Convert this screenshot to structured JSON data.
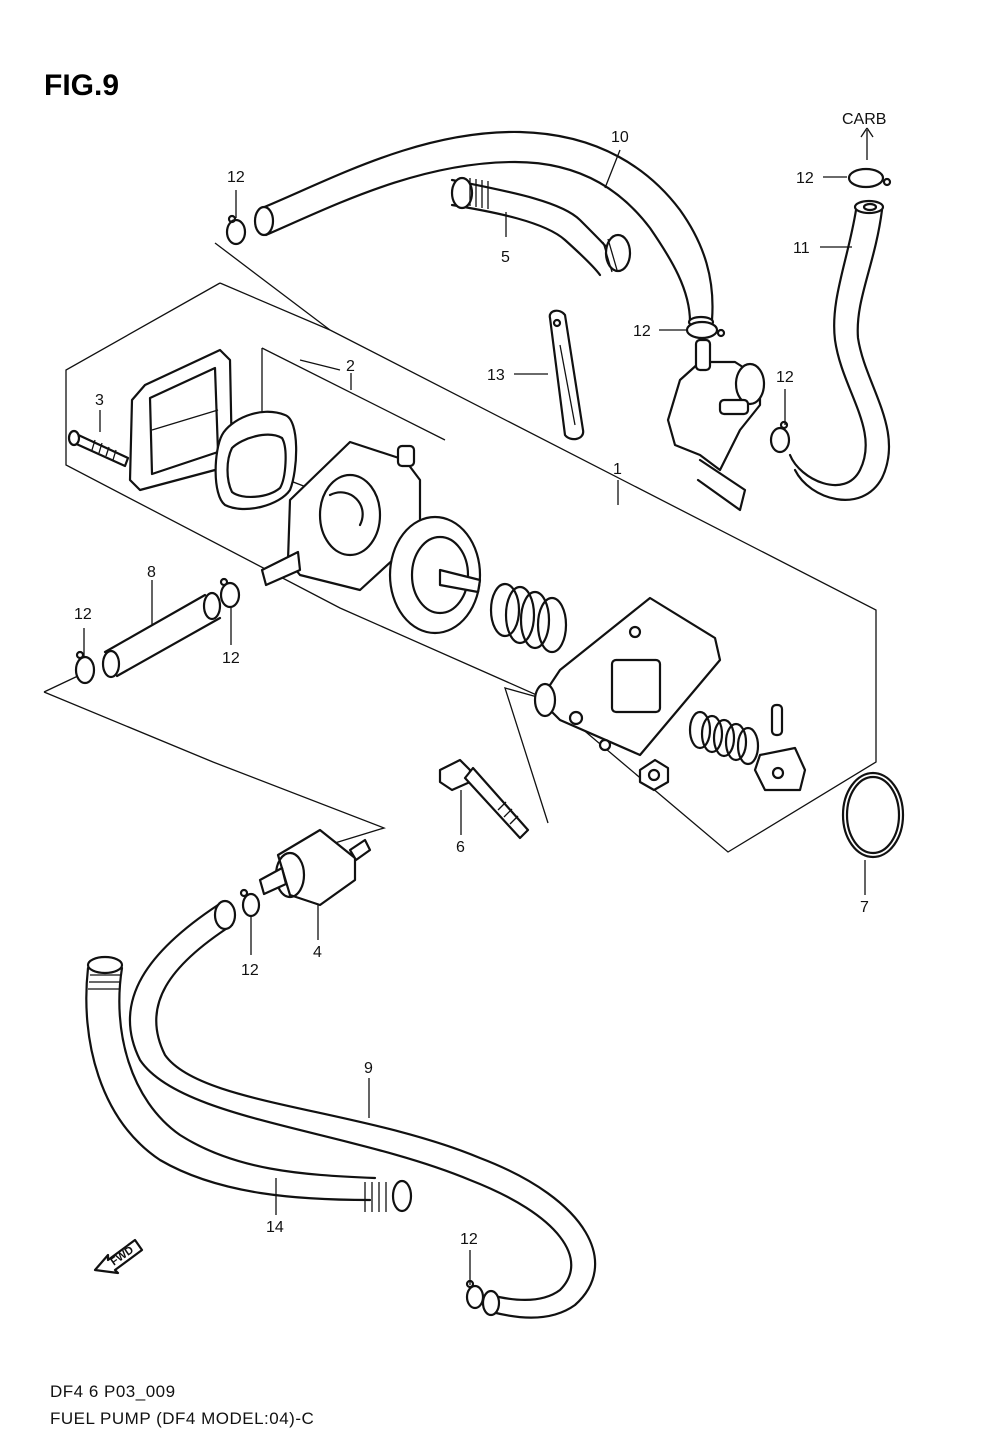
{
  "figure": {
    "title": "FIG.9"
  },
  "labels": {
    "carb": "CARB",
    "fwd": "FWD",
    "part_1": "1",
    "part_2": "2",
    "part_3": "3",
    "part_4": "4",
    "part_5": "5",
    "part_6": "6",
    "part_7": "7",
    "part_8": "8",
    "part_9": "9",
    "part_10": "10",
    "part_11": "11",
    "part_12": "12",
    "part_13": "13",
    "part_14": "14"
  },
  "footer": {
    "code": "DF4 6 P03_009",
    "caption": "FUEL PUMP (DF4 MODEL:04)-C"
  }
}
